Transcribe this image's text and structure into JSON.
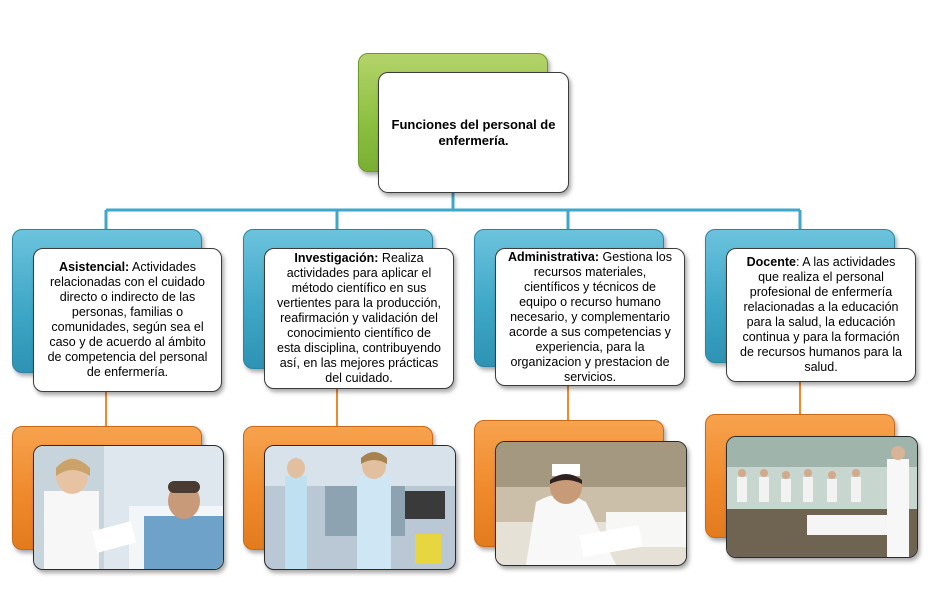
{
  "root": {
    "title": "Funciones del personal de enfermería."
  },
  "branches": [
    {
      "heading": "Asistencial:",
      "text": "Actividades relacionadas con el cuidado directo o indirecto de las personas, familias o comunidades, según sea el caso y de acuerdo al ámbito de competencia del personal de enfermería."
    },
    {
      "heading": "Investigación:",
      "text": "Realiza actividades para aplicar el método científico en sus vertientes para la producción, reafirmación y validación del conocimiento científico de esta disciplina, contribuyendo así, en las mejores prácticas del cuidado."
    },
    {
      "heading": "Administrativa:",
      "text": "Gestiona los recursos materiales, científicos y técnicos de equipo o recurso humano necesario, y complementario acorde a sus competencias y experiencia, para la organizacion y prestacion de servicios."
    },
    {
      "heading": "Docente",
      "text": ": A las actividades que realiza el personal profesional de enfermería relacionadas a la educación para la salud, la educación continua y para la formación de recursos humanos para la salud."
    }
  ],
  "colors": {
    "root_accent": "#8cbf3f",
    "branch_accent": "#3fa7c7",
    "photo_accent": "#ef8a2c",
    "connector": "#3fa7c7",
    "photo_connector": "#ef8a2c"
  },
  "photos": [
    {
      "icon": "nurse-with-patient-photo"
    },
    {
      "icon": "nurses-in-lab-photo"
    },
    {
      "icon": "nurse-writing-photo"
    },
    {
      "icon": "classroom-photo"
    }
  ]
}
